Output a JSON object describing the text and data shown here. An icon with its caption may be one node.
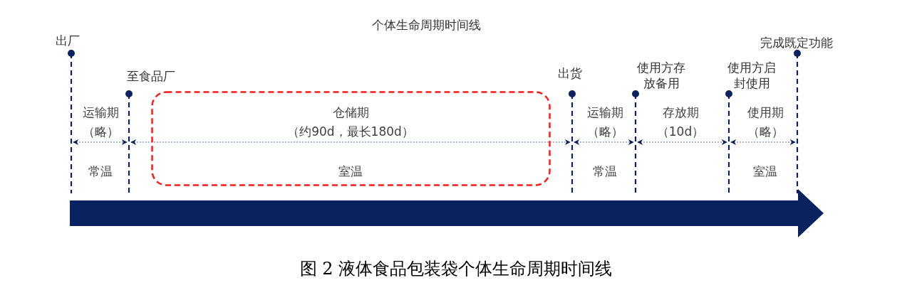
{
  "diagram": {
    "title": "个体生命周期时间线",
    "caption": "图 2 液体食品包装袋个体生命周期时间线",
    "nodes": [
      {
        "text": [
          "出厂"
        ]
      },
      {
        "text": [
          "至食品厂"
        ]
      },
      {
        "text": [
          "出货"
        ]
      },
      {
        "text": [
          "使用方存放备用"
        ]
      },
      {
        "text": [
          "使用方启封使用"
        ]
      },
      {
        "text": [
          "完成既定功能"
        ]
      },
      {
        "text": [
          "仓储期",
          "（约90d，最长180d）",
          "室温"
        ]
      }
    ],
    "labels": [
      "运输期",
      "（略）",
      "运输期",
      "（略）",
      "存放期",
      "（10d）",
      "使用期",
      "（略）",
      "常温",
      "常温",
      "室温"
    ]
  }
}
